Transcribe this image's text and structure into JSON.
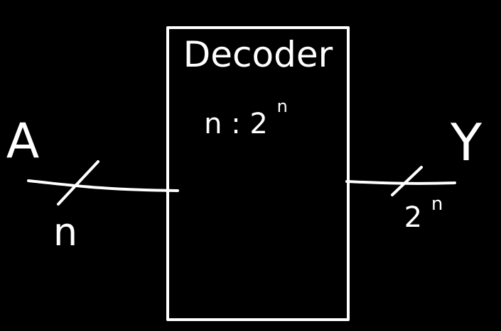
{
  "decoder": {
    "title": "Decoder",
    "ratio_base": "n : 2",
    "ratio_exponent": "n"
  },
  "input": {
    "name": "A",
    "width_label": "n"
  },
  "output": {
    "name": "Y",
    "width_base": "2",
    "width_exponent": "n"
  },
  "colors": {
    "background": "#000000",
    "ink": "#ffffff"
  }
}
